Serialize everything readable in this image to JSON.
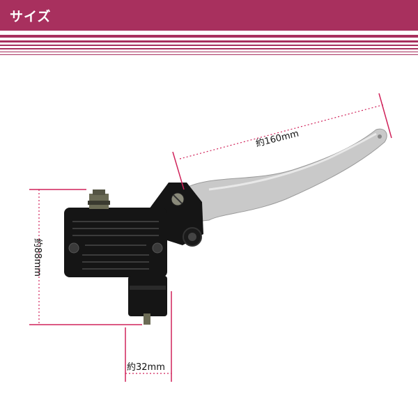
{
  "header": {
    "title": "サイズ"
  },
  "colors": {
    "accent": "#a8305e",
    "dimension_line": "#d0225a",
    "part_body": "#151515",
    "lever": "#c9c9c9"
  },
  "dimensions": {
    "lever_length": "約160mm",
    "body_height": "約88mm",
    "bore_width": "約32mm"
  },
  "icons": {
    "product": "brake-master-cylinder-lever-image"
  }
}
